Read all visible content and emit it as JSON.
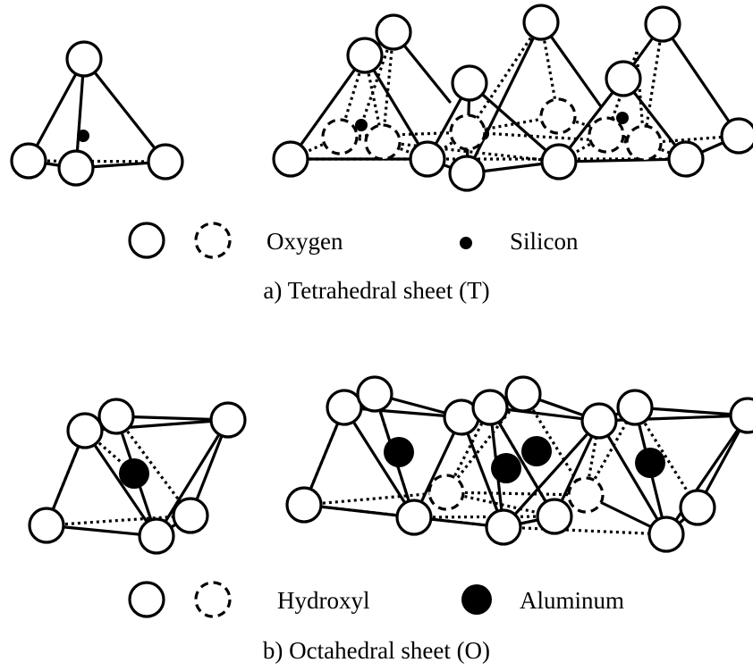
{
  "tetrahedral": {
    "legend_oxygen": "Oxygen",
    "legend_silicon": "Silicon",
    "caption": "a) Tetrahedral sheet (T)"
  },
  "octahedral": {
    "legend_hydroxyl": "Hydroxyl",
    "legend_aluminum": "Aluminum",
    "caption": "b) Octahedral sheet (O)"
  },
  "colors": {
    "ink": "#000000",
    "background": "#ffffff"
  },
  "icons": [
    "oxygen-atom-icon",
    "silicon-atom-icon",
    "hydroxyl-atom-icon",
    "aluminum-atom-icon"
  ]
}
